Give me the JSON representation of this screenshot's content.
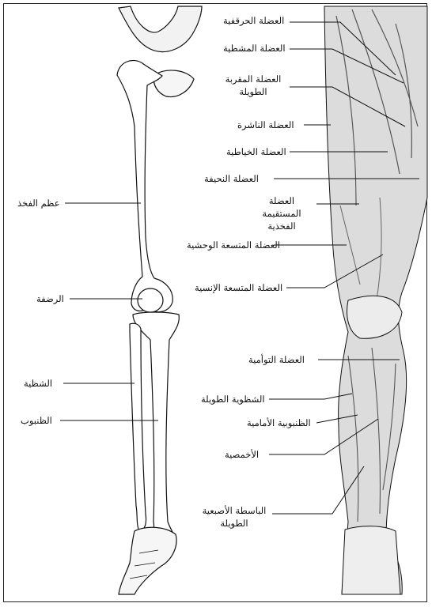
{
  "colors": {
    "line": "#111111",
    "bone": "#ffffff",
    "muscle": "#d9d9d9",
    "shade": "#8a8a8a"
  },
  "bone_labels": {
    "femur": "عظم الفخذ",
    "patella": "الرضفة",
    "fibula": "الشظية",
    "tibia": "الظنبوب"
  },
  "muscle_labels": {
    "iliacus": "العضلة الحرقفية",
    "pectineus": "العضلة المشطية",
    "adductor_longus": "العضلة المقربة الطويلة",
    "sartorius_tensor": "العضلة الناشرة",
    "sartorius": "العضلة الخياطية",
    "gracilis": "العضلة النحيفة",
    "rectus_femoris": "العضلة المستقيمة الفخذية",
    "vastus_lateralis": "العضلة المتسعة الوحشية",
    "vastus_medialis": "العضلة المتسعة الإنسية",
    "gastrocnemius": "العضلة التوأمية",
    "peroneus_longus": "الشظوية الطويلة",
    "tibialis_anterior": "الظنبوبية الأمامية",
    "soleus": "الأخمصية",
    "extensor_digitorum_longus": "الباسطة الأصبعية الطويلة"
  }
}
